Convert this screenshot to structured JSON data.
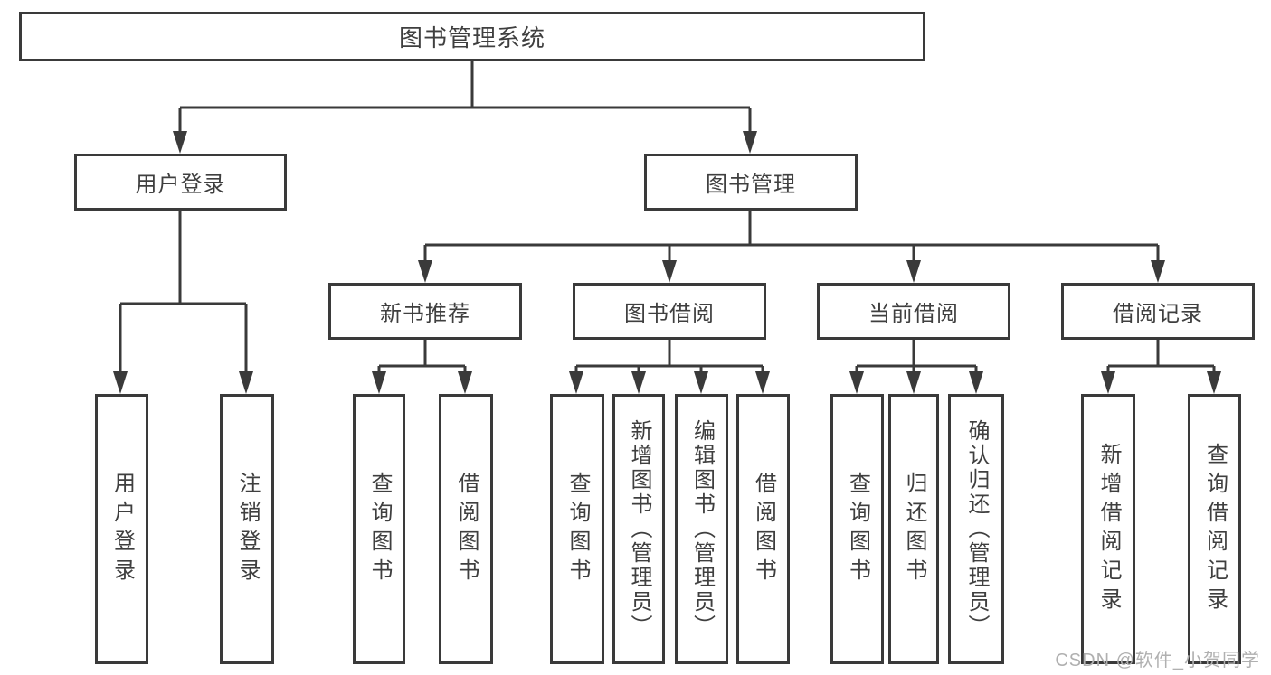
{
  "diagram_title": "图书管理系统",
  "nodes": {
    "root": "图书管理系统",
    "level2": [
      "用户登录",
      "图书管理"
    ],
    "level3": [
      "新书推荐",
      "图书借阅",
      "当前借阅",
      "借阅记录"
    ],
    "leaves": [
      "用户登录",
      "注销登录",
      "查询图书",
      "借阅图书",
      "查询图书",
      "新增图书（管理员）",
      "编辑图书（管理员）",
      "借阅图书",
      "查询图书",
      "归还图书",
      "确认归还（管理员）",
      "新增借阅记录",
      "查询借阅记录"
    ]
  },
  "hierarchy": {
    "图书管理系统": {
      "用户登录": [
        "用户登录",
        "注销登录"
      ],
      "图书管理": {
        "新书推荐": [
          "查询图书",
          "借阅图书"
        ],
        "图书借阅": [
          "查询图书",
          "新增图书（管理员）",
          "编辑图书（管理员）",
          "借阅图书"
        ],
        "当前借阅": [
          "查询图书",
          "归还图书",
          "确认归还（管理员）"
        ],
        "借阅记录": [
          "新增借阅记录",
          "查询借阅记录"
        ]
      }
    }
  },
  "watermark": "CSDN @软件_小贺同学",
  "colors": {
    "line": "#3a3a3a",
    "text": "#3f3f3f",
    "watermark": "#b0b0b0",
    "background": "#ffffff"
  }
}
